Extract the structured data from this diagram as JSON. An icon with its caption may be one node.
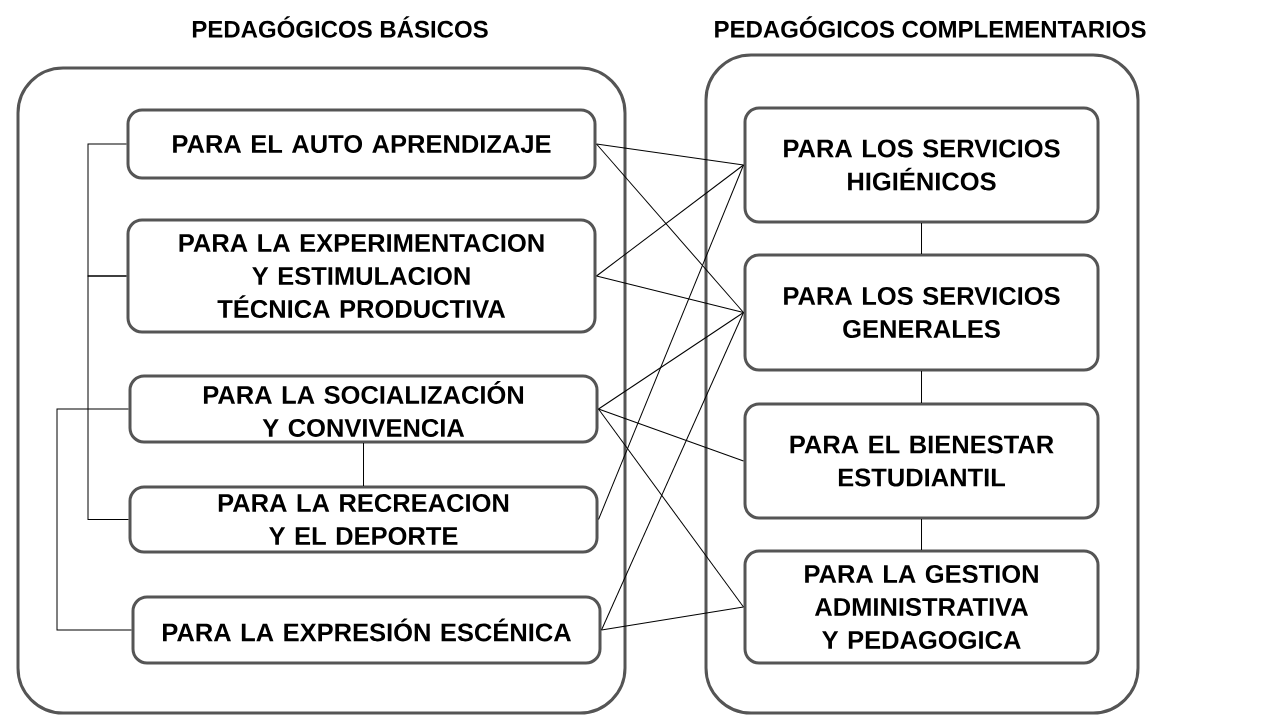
{
  "diagram": {
    "nodes": [
      {
        "text": [
          "PEDAGÓGICOS BÁSICOS"
        ]
      },
      {
        "text": [
          "PARA EL AUTO APRENDIZAJE"
        ],
        "in": 0
      },
      {
        "text": [
          "PARA LA EXPERIMENTACION Y ESTIMULACION TÉCNICA PRODUCTIVA"
        ],
        "in": 0
      },
      {
        "text": [
          "PARA LA SOCIALIZACIÓN Y CONVIVENCIA"
        ],
        "in": 0
      },
      {
        "text": [
          "PARA LA RECREACION Y EL DEPORTE"
        ],
        "in": 0
      },
      {
        "text": [
          "PARA LA EXPRESIÓN ESCÉNICA"
        ],
        "in": 0
      },
      {
        "text": [
          "PEDAGÓGICOS COMPLEMENTARIOS"
        ]
      },
      {
        "text": [
          "PARA LOS SERVICIOS HIGIÉNICOS"
        ],
        "in": 6
      },
      {
        "text": [
          "PARA LOS SERVICIOS GENERALES"
        ],
        "in": 6
      },
      {
        "text": [
          "PARA EL BIENESTAR ESTUDIANTIL"
        ],
        "in": 6
      },
      {
        "text": [
          "PARA LA GESTION ADMINISTRATIVA Y PEDAGOGICA"
        ],
        "in": 6
      }
    ],
    "edges": [
      {
        "from": 1,
        "to": 2,
        "arrow": "none"
      },
      {
        "from": 2,
        "to": 4,
        "arrow": "none"
      },
      {
        "from": 3,
        "to": 5,
        "arrow": "none"
      },
      {
        "from": 3,
        "to": 4,
        "arrow": "none"
      },
      {
        "from": 7,
        "to": 8,
        "arrow": "none"
      },
      {
        "from": 8,
        "to": 9,
        "arrow": "none"
      },
      {
        "from": 9,
        "to": 10,
        "arrow": "none"
      },
      {
        "from": 1,
        "to": 7,
        "arrow": "none"
      },
      {
        "from": 1,
        "to": 8,
        "arrow": "none"
      },
      {
        "from": 2,
        "to": 7,
        "arrow": "none"
      },
      {
        "from": 2,
        "to": 8,
        "arrow": "none"
      },
      {
        "from": 3,
        "to": 8,
        "arrow": "none"
      },
      {
        "from": 3,
        "to": 9,
        "arrow": "none"
      },
      {
        "from": 3,
        "to": 10,
        "arrow": "none"
      },
      {
        "from": 4,
        "to": 7,
        "arrow": "none"
      },
      {
        "from": 5,
        "to": 8,
        "arrow": "none"
      },
      {
        "from": 5,
        "to": 10,
        "arrow": "none"
      }
    ]
  }
}
